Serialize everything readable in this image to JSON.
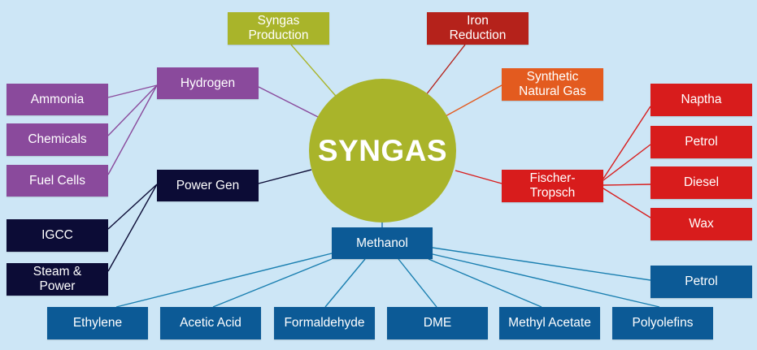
{
  "colors": {
    "background": "#cde6f6",
    "hub": "#a9b42a",
    "syngas_production": "#a9b42a",
    "iron_reduction": "#b5221b",
    "synthetic_natural_gas": "#e35b1f",
    "hydrogen": "#8a4a9c",
    "power_gen": "#0c0c36",
    "fischer_tropsch": "#d81c1c",
    "methanol": "#0c5a96"
  },
  "hub": {
    "label": "SYNGAS"
  },
  "top": {
    "syngas_production": "Syngas\nProduction",
    "iron_reduction": "Iron\nReduction",
    "synthetic_natural_gas": "Synthetic\nNatural Gas"
  },
  "hydrogen": {
    "label": "Hydrogen",
    "children": [
      "Ammonia",
      "Chemicals",
      "Fuel Cells"
    ]
  },
  "power_gen": {
    "label": "Power Gen",
    "children": [
      "IGCC",
      "Steam &\nPower"
    ]
  },
  "fischer_tropsch": {
    "label": "Fischer-\nTropsch",
    "children": [
      "Naptha",
      "Petrol",
      "Diesel",
      "Wax"
    ]
  },
  "methanol": {
    "label": "Methanol",
    "children": [
      "Ethylene",
      "Acetic Acid",
      "Formaldehyde",
      "DME",
      "Methyl Acetate",
      "Polyolefins",
      "Petrol"
    ]
  }
}
